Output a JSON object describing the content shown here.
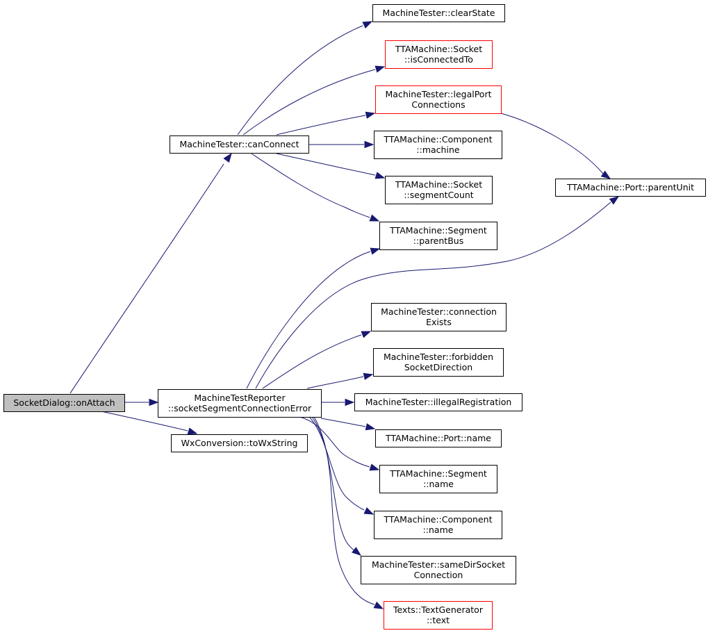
{
  "colors": {
    "edge": "#191970",
    "box_normal": "#000000",
    "box_highlight": "#ff0000",
    "root_fill": "#bfbfbf",
    "fill": "#ffffff"
  },
  "nodes": [
    {
      "id": "socketdialog_onattach",
      "lines": [
        "SocketDialog::onAttach"
      ],
      "style": "root"
    },
    {
      "id": "machinetester_canconnect",
      "lines": [
        "MachineTester::canConnect"
      ],
      "style": "normal"
    },
    {
      "id": "machinetestreporter_socketsegmentconnectionerror",
      "lines": [
        "MachineTestReporter",
        "::socketSegmentConnectionError"
      ],
      "style": "normal"
    },
    {
      "id": "wxconversion_towxstring",
      "lines": [
        "WxConversion::toWxString"
      ],
      "style": "normal"
    },
    {
      "id": "machinetester_clearstate",
      "lines": [
        "MachineTester::clearState"
      ],
      "style": "normal"
    },
    {
      "id": "socket_isconnectedto",
      "lines": [
        "TTAMachine::Socket",
        "::isConnectedTo"
      ],
      "style": "highlight"
    },
    {
      "id": "machinetester_legalportconnections",
      "lines": [
        "MachineTester::legalPort",
        "Connections"
      ],
      "style": "highlight"
    },
    {
      "id": "component_machine",
      "lines": [
        "TTAMachine::Component",
        "::machine"
      ],
      "style": "normal"
    },
    {
      "id": "socket_segmentcount",
      "lines": [
        "TTAMachine::Socket",
        "::segmentCount"
      ],
      "style": "normal"
    },
    {
      "id": "segment_parentbus",
      "lines": [
        "TTAMachine::Segment",
        "::parentBus"
      ],
      "style": "normal"
    },
    {
      "id": "port_parentunit",
      "lines": [
        "TTAMachine::Port::parentUnit"
      ],
      "style": "normal"
    },
    {
      "id": "machinetester_connectionexists",
      "lines": [
        "MachineTester::connection",
        "Exists"
      ],
      "style": "normal"
    },
    {
      "id": "machinetester_forbiddensocketdirection",
      "lines": [
        "MachineTester::forbidden",
        "SocketDirection"
      ],
      "style": "normal"
    },
    {
      "id": "machinetester_illegalregistration",
      "lines": [
        "MachineTester::illegalRegistration"
      ],
      "style": "normal"
    },
    {
      "id": "port_name",
      "lines": [
        "TTAMachine::Port::name"
      ],
      "style": "normal"
    },
    {
      "id": "segment_name",
      "lines": [
        "TTAMachine::Segment",
        "::name"
      ],
      "style": "normal"
    },
    {
      "id": "component_name",
      "lines": [
        "TTAMachine::Component",
        "::name"
      ],
      "style": "normal"
    },
    {
      "id": "machinetester_samedirsocketconnection",
      "lines": [
        "MachineTester::sameDirSocket",
        "Connection"
      ],
      "style": "normal"
    },
    {
      "id": "textgenerator_text",
      "lines": [
        "Texts::TextGenerator",
        "::text"
      ],
      "style": "highlight"
    }
  ],
  "edges": [
    {
      "from": "socketdialog_onattach",
      "to": "machinetester_canconnect"
    },
    {
      "from": "socketdialog_onattach",
      "to": "machinetestreporter_socketsegmentconnectionerror"
    },
    {
      "from": "socketdialog_onattach",
      "to": "wxconversion_towxstring"
    },
    {
      "from": "machinetester_canconnect",
      "to": "machinetester_clearstate"
    },
    {
      "from": "machinetester_canconnect",
      "to": "socket_isconnectedto"
    },
    {
      "from": "machinetester_canconnect",
      "to": "machinetester_legalportconnections"
    },
    {
      "from": "machinetester_canconnect",
      "to": "component_machine"
    },
    {
      "from": "machinetester_canconnect",
      "to": "socket_segmentcount"
    },
    {
      "from": "machinetester_canconnect",
      "to": "segment_parentbus"
    },
    {
      "from": "machinetester_legalportconnections",
      "to": "port_parentunit"
    },
    {
      "from": "machinetestreporter_socketsegmentconnectionerror",
      "to": "segment_parentbus"
    },
    {
      "from": "machinetestreporter_socketsegmentconnectionerror",
      "to": "port_parentunit"
    },
    {
      "from": "machinetestreporter_socketsegmentconnectionerror",
      "to": "machinetester_connectionexists"
    },
    {
      "from": "machinetestreporter_socketsegmentconnectionerror",
      "to": "machinetester_forbiddensocketdirection"
    },
    {
      "from": "machinetestreporter_socketsegmentconnectionerror",
      "to": "machinetester_illegalregistration"
    },
    {
      "from": "machinetestreporter_socketsegmentconnectionerror",
      "to": "port_name"
    },
    {
      "from": "machinetestreporter_socketsegmentconnectionerror",
      "to": "segment_name"
    },
    {
      "from": "machinetestreporter_socketsegmentconnectionerror",
      "to": "component_name"
    },
    {
      "from": "machinetestreporter_socketsegmentconnectionerror",
      "to": "machinetester_samedirsocketconnection"
    },
    {
      "from": "machinetestreporter_socketsegmentconnectionerror",
      "to": "textgenerator_text"
    }
  ]
}
